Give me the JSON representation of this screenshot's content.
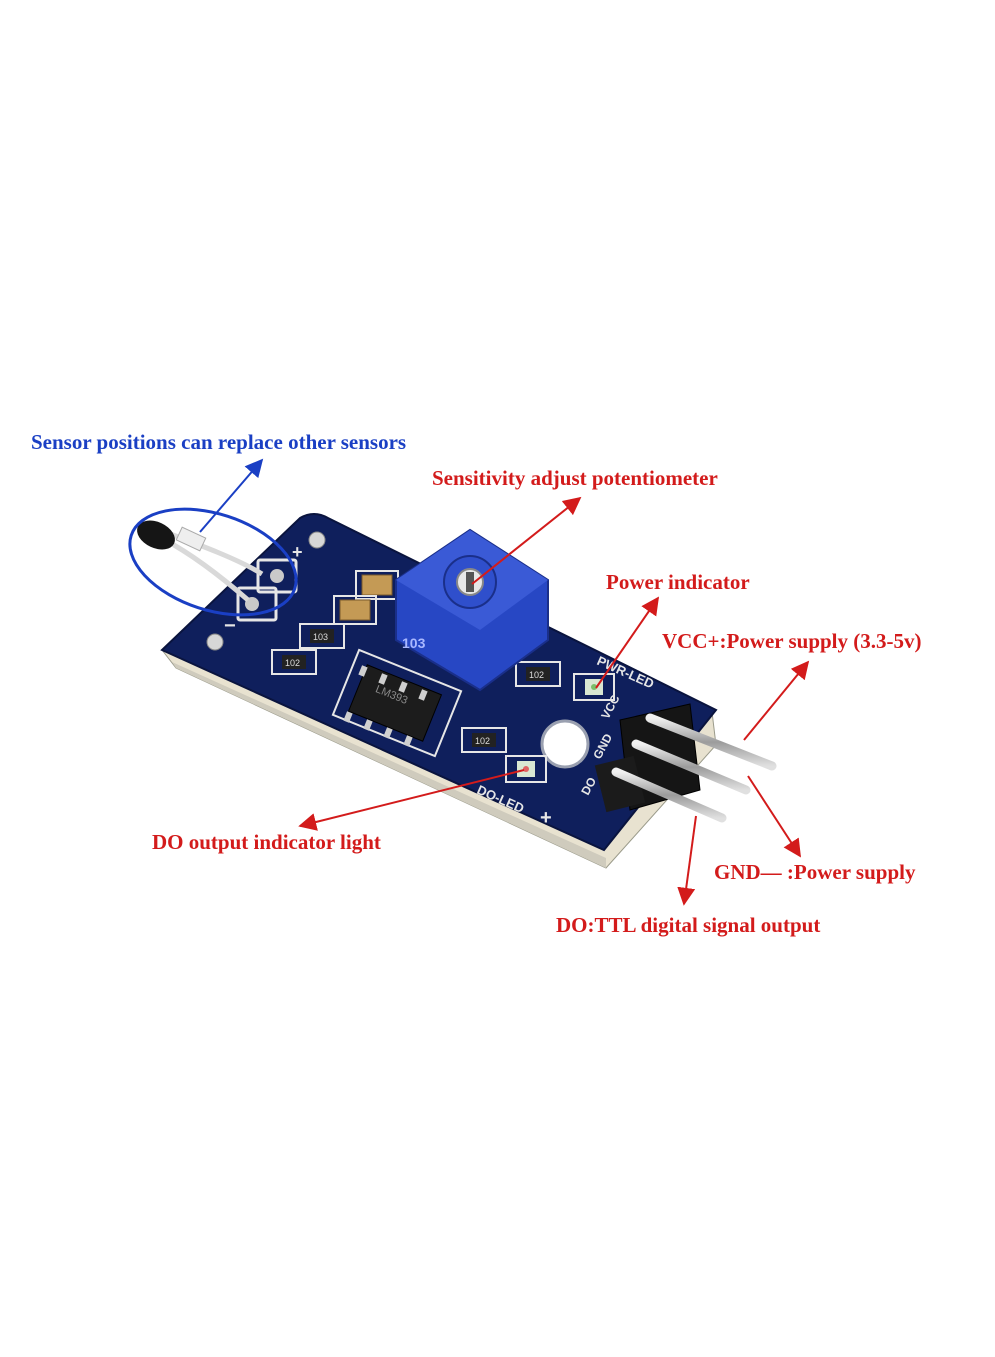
{
  "colors": {
    "sensor_label": "#1a3fc4",
    "callout_label": "#d31b1b",
    "board": "#0f1f5c",
    "potentiometer": "#2747c4"
  },
  "labels": {
    "sensor_positions": "Sensor positions  can replace other sensors",
    "sensitivity": "Sensitivity adjust potentiometer",
    "power_indicator": "Power indicator",
    "vcc": "VCC+:Power supply (3.3-5v)",
    "do_indicator": "DO output indicator light",
    "gnd": "GND— :Power supply",
    "do_ttl": "DO:TTL digital signal output"
  },
  "silkscreen": {
    "pwr_led": "PWR-LED",
    "do_led": "DO-LED",
    "plus": "+",
    "minus": "−",
    "vcc": "VCC",
    "gnd": "GND",
    "do": "DO",
    "r1": "103",
    "r2": "102",
    "r3": "102",
    "r4": "102",
    "chip": "LM393",
    "pot": "103"
  },
  "icons": [
    "thermistor-icon",
    "potentiometer-icon",
    "led-icon",
    "header-pin-icon"
  ]
}
